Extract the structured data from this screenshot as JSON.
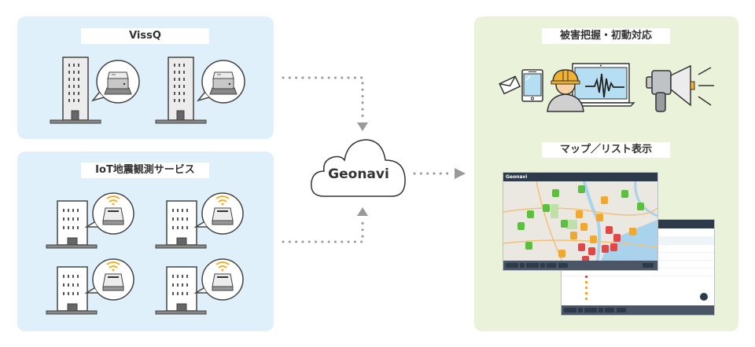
{
  "sources": {
    "vissq": {
      "title": "VissQ",
      "buildings": [
        {
          "device": "seismometer-box",
          "signal": false
        },
        {
          "device": "seismometer-box",
          "signal": false
        }
      ]
    },
    "iot": {
      "title": "IoT地震観測サービス",
      "buildings": [
        {
          "device": "iot-sensor",
          "signal": true
        },
        {
          "device": "iot-sensor",
          "signal": true
        },
        {
          "device": "iot-sensor",
          "signal": true
        },
        {
          "device": "iot-sensor",
          "signal": true
        }
      ]
    }
  },
  "hub": {
    "name": "Geonavi",
    "icon": "cloud-icon"
  },
  "outputs": {
    "response": {
      "title": "被害把握・初動対応",
      "icons": [
        "mail-icon",
        "smartphone-icon",
        "worker-icon",
        "laptop-waveform-icon",
        "megaphone-icon"
      ]
    },
    "display": {
      "title": "マップ／リスト表示",
      "map_screen": {
        "logo": "Geonavi",
        "marker_colors": {
          "green": "#5cbf3f",
          "orange": "#f0a830",
          "red": "#e04848"
        }
      },
      "list_screen": {
        "rows": 5
      }
    }
  },
  "colors": {
    "source_panel": "#dff0fa",
    "output_panel": "#eaf3da",
    "connector": "#999999",
    "signal": "#f0b030"
  }
}
